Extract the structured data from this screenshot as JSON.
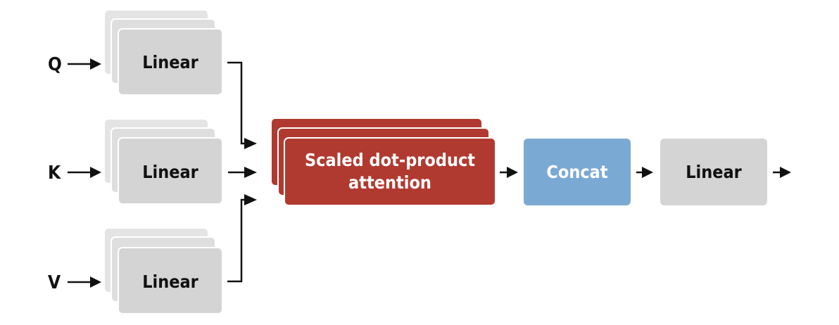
{
  "inputs": {
    "q": "Q",
    "k": "K",
    "v": "V"
  },
  "linear_q": "Linear",
  "linear_k": "Linear",
  "linear_v": "Linear",
  "attention": {
    "line1": "Scaled dot-product",
    "line2": "attention"
  },
  "concat": "Concat",
  "linear_out": "Linear",
  "colors": {
    "linear_fill": "#d4d4d4",
    "attention_fill": "#b03a30",
    "concat_fill": "#7aa9d4",
    "text_dark": "#111111",
    "text_light": "#ffffff",
    "stack_back": "#e4e4e4"
  }
}
